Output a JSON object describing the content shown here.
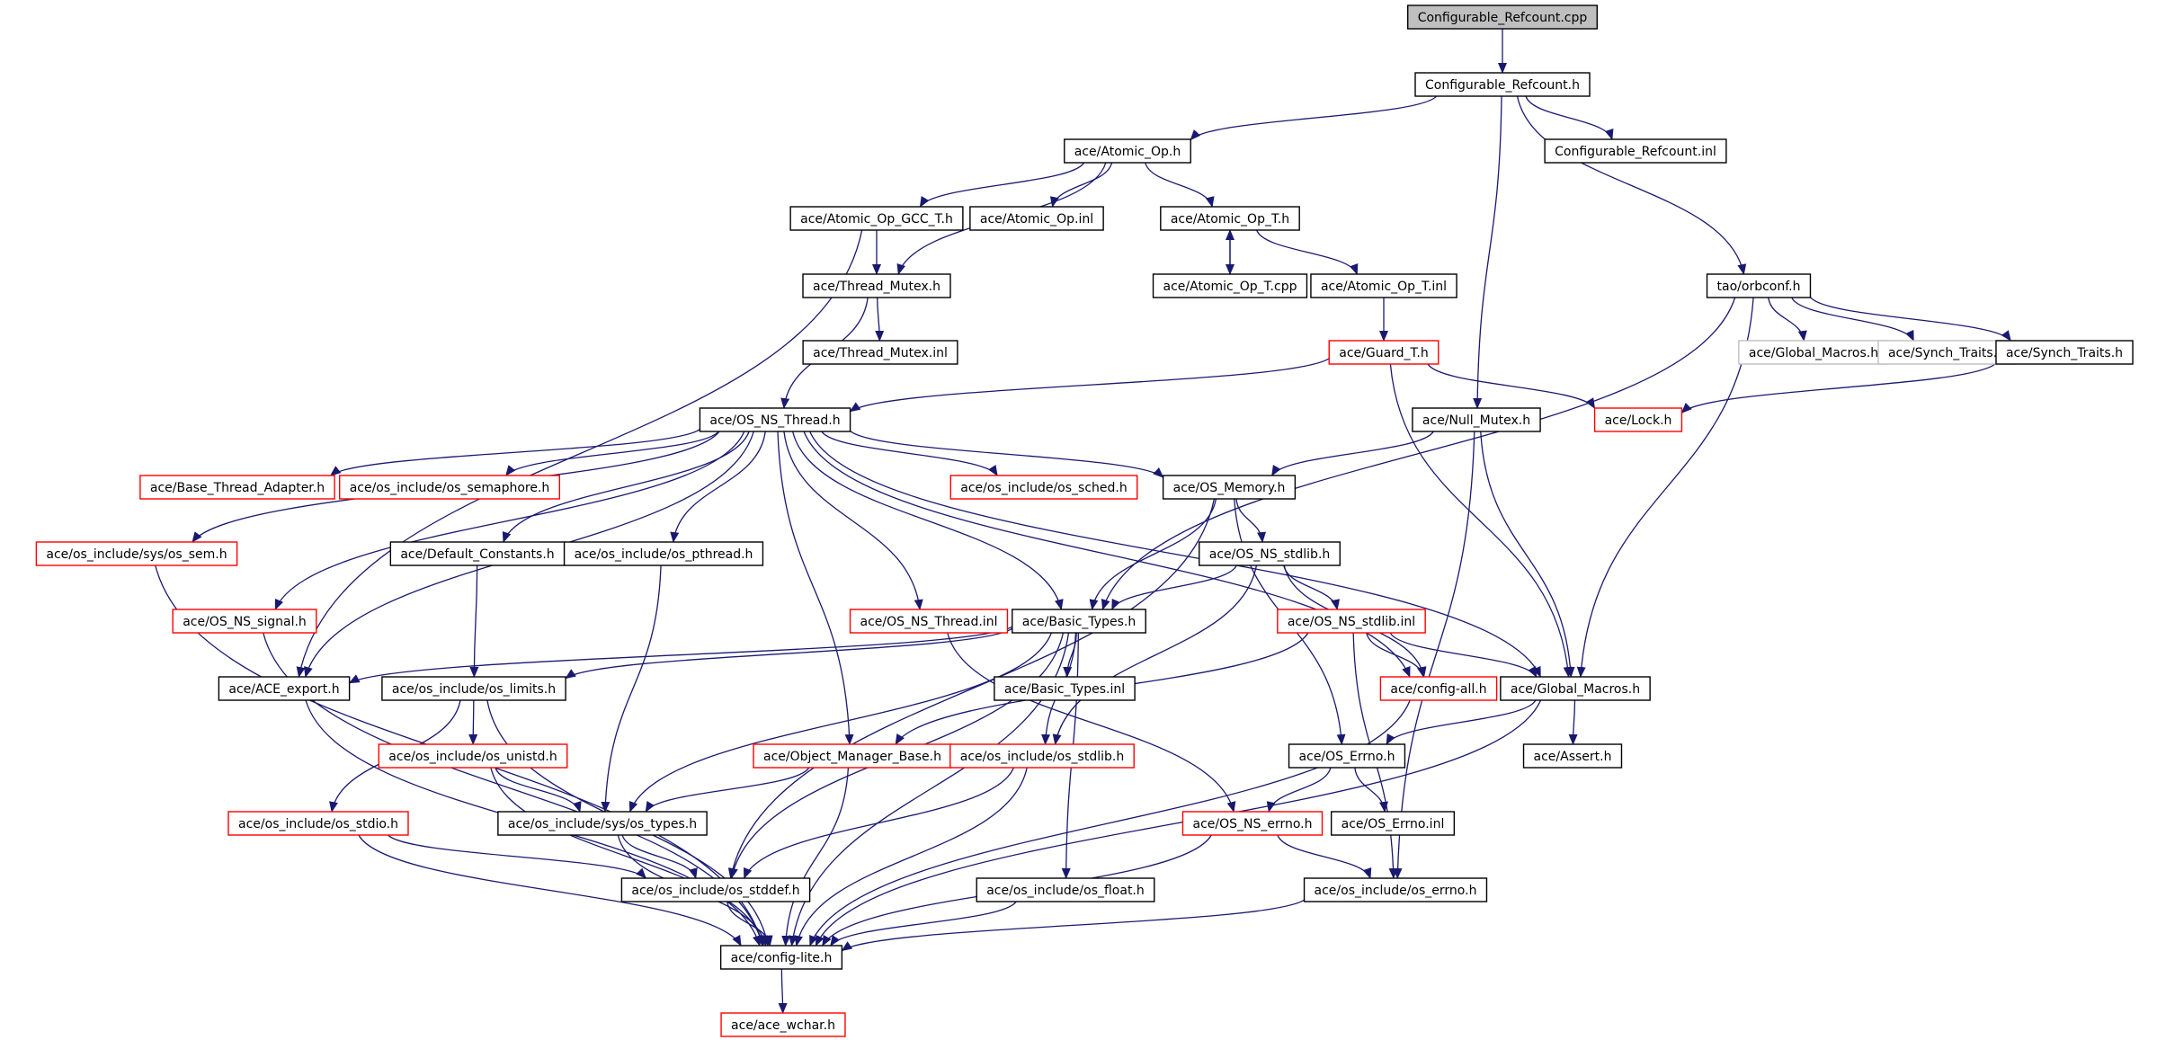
{
  "colors": {
    "edge": "#191970",
    "root_fill": "#bfbfbf",
    "normal_border": "#000000",
    "missing_border": "#ff0000",
    "external_border": "#bfbfbf"
  },
  "nodes": [
    {
      "id": "n0",
      "label": "Configurable_Refcount.cpp",
      "kind": "root"
    },
    {
      "id": "n1",
      "label": "Configurable_Refcount.h",
      "kind": "normal"
    },
    {
      "id": "n2",
      "label": "ace/Atomic_Op.h",
      "kind": "normal"
    },
    {
      "id": "n3",
      "label": "Configurable_Refcount.inl",
      "kind": "normal"
    },
    {
      "id": "n4",
      "label": "ace/Atomic_Op_GCC_T.h",
      "kind": "normal"
    },
    {
      "id": "n5",
      "label": "ace/Atomic_Op.inl",
      "kind": "normal"
    },
    {
      "id": "n6",
      "label": "ace/Atomic_Op_T.h",
      "kind": "normal"
    },
    {
      "id": "n7",
      "label": "ace/Thread_Mutex.h",
      "kind": "normal"
    },
    {
      "id": "n8",
      "label": "ace/Atomic_Op_T.cpp",
      "kind": "normal"
    },
    {
      "id": "n9",
      "label": "ace/Atomic_Op_T.inl",
      "kind": "normal"
    },
    {
      "id": "n10",
      "label": "tao/orbconf.h",
      "kind": "normal"
    },
    {
      "id": "n11",
      "label": "ace/Thread_Mutex.inl",
      "kind": "normal"
    },
    {
      "id": "n12",
      "label": "ace/Guard_T.h",
      "kind": "missing"
    },
    {
      "id": "n13",
      "label": "ace/Global_Macros.h",
      "kind": "external"
    },
    {
      "id": "n14",
      "label": "ace/Synch_Traits.h",
      "kind": "external"
    },
    {
      "id": "n15",
      "label": "ace/Synch_Traits.h",
      "kind": "normal"
    },
    {
      "id": "n16",
      "label": "ace/OS_NS_Thread.h",
      "kind": "normal"
    },
    {
      "id": "n17",
      "label": "ace/Null_Mutex.h",
      "kind": "normal"
    },
    {
      "id": "n18",
      "label": "ace/Lock.h",
      "kind": "missing"
    },
    {
      "id": "n19",
      "label": "ace/Base_Thread_Adapter.h",
      "kind": "missing"
    },
    {
      "id": "n20",
      "label": "ace/os_include/os_semaphore.h",
      "kind": "missing"
    },
    {
      "id": "n21",
      "label": "ace/os_include/os_sched.h",
      "kind": "missing"
    },
    {
      "id": "n22",
      "label": "ace/OS_Memory.h",
      "kind": "normal"
    },
    {
      "id": "n23",
      "label": "ace/os_include/sys/os_sem.h",
      "kind": "missing"
    },
    {
      "id": "n24",
      "label": "ace/Default_Constants.h",
      "kind": "normal"
    },
    {
      "id": "n25",
      "label": "ace/os_include/os_pthread.h",
      "kind": "normal"
    },
    {
      "id": "n26",
      "label": "ace/OS_NS_stdlib.h",
      "kind": "normal"
    },
    {
      "id": "n27",
      "label": "ace/OS_NS_signal.h",
      "kind": "missing"
    },
    {
      "id": "n28",
      "label": "ace/OS_NS_Thread.inl",
      "kind": "missing"
    },
    {
      "id": "n29",
      "label": "ace/Basic_Types.h",
      "kind": "normal"
    },
    {
      "id": "n30",
      "label": "ace/OS_NS_stdlib.inl",
      "kind": "missing"
    },
    {
      "id": "n31",
      "label": "ace/ACE_export.h",
      "kind": "normal"
    },
    {
      "id": "n32",
      "label": "ace/os_include/os_limits.h",
      "kind": "normal"
    },
    {
      "id": "n33",
      "label": "ace/Basic_Types.inl",
      "kind": "normal"
    },
    {
      "id": "n34",
      "label": "ace/config-all.h",
      "kind": "missing"
    },
    {
      "id": "n35",
      "label": "ace/Global_Macros.h",
      "kind": "normal"
    },
    {
      "id": "n36",
      "label": "ace/os_include/os_unistd.h",
      "kind": "missing"
    },
    {
      "id": "n37",
      "label": "ace/Object_Manager_Base.h",
      "kind": "missing"
    },
    {
      "id": "n38",
      "label": "ace/os_include/os_stdlib.h",
      "kind": "missing"
    },
    {
      "id": "n39",
      "label": "ace/OS_Errno.h",
      "kind": "normal"
    },
    {
      "id": "n40",
      "label": "ace/Assert.h",
      "kind": "normal"
    },
    {
      "id": "n41",
      "label": "ace/os_include/os_stdio.h",
      "kind": "missing"
    },
    {
      "id": "n42",
      "label": "ace/os_include/sys/os_types.h",
      "kind": "normal"
    },
    {
      "id": "n43",
      "label": "ace/OS_NS_errno.h",
      "kind": "missing"
    },
    {
      "id": "n44",
      "label": "ace/OS_Errno.inl",
      "kind": "normal"
    },
    {
      "id": "n45",
      "label": "ace/os_include/os_stddef.h",
      "kind": "normal"
    },
    {
      "id": "n46",
      "label": "ace/os_include/os_float.h",
      "kind": "normal"
    },
    {
      "id": "n47",
      "label": "ace/os_include/os_errno.h",
      "kind": "normal"
    },
    {
      "id": "n48",
      "label": "ace/config-lite.h",
      "kind": "normal"
    },
    {
      "id": "n49",
      "label": "ace/ace_wchar.h",
      "kind": "missing"
    }
  ],
  "edges": [
    [
      "n0",
      "n1"
    ],
    [
      "n1",
      "n2"
    ],
    [
      "n1",
      "n3"
    ],
    [
      "n1",
      "n17"
    ],
    [
      "n1",
      "n10"
    ],
    [
      "n2",
      "n4"
    ],
    [
      "n2",
      "n5"
    ],
    [
      "n2",
      "n6"
    ],
    [
      "n2",
      "n7"
    ],
    [
      "n4",
      "n7"
    ],
    [
      "n4",
      "n31"
    ],
    [
      "n6",
      "n8"
    ],
    [
      "n8",
      "n6"
    ],
    [
      "n6",
      "n9"
    ],
    [
      "n9",
      "n12"
    ],
    [
      "n7",
      "n11"
    ],
    [
      "n7",
      "n16"
    ],
    [
      "n10",
      "n13"
    ],
    [
      "n10",
      "n14"
    ],
    [
      "n10",
      "n15"
    ],
    [
      "n10",
      "n35"
    ],
    [
      "n10",
      "n29"
    ],
    [
      "n15",
      "n18"
    ],
    [
      "n12",
      "n16"
    ],
    [
      "n12",
      "n18"
    ],
    [
      "n12",
      "n35"
    ],
    [
      "n16",
      "n19"
    ],
    [
      "n16",
      "n20"
    ],
    [
      "n16",
      "n21"
    ],
    [
      "n16",
      "n22"
    ],
    [
      "n16",
      "n23"
    ],
    [
      "n16",
      "n24"
    ],
    [
      "n16",
      "n25"
    ],
    [
      "n16",
      "n27"
    ],
    [
      "n16",
      "n28"
    ],
    [
      "n16",
      "n29"
    ],
    [
      "n16",
      "n31"
    ],
    [
      "n16",
      "n34"
    ],
    [
      "n16",
      "n35"
    ],
    [
      "n16",
      "n37"
    ],
    [
      "n17",
      "n22"
    ],
    [
      "n17",
      "n35"
    ],
    [
      "n17",
      "n47"
    ],
    [
      "n22",
      "n26"
    ],
    [
      "n22",
      "n29"
    ],
    [
      "n22",
      "n39"
    ],
    [
      "n22",
      "n45"
    ],
    [
      "n26",
      "n30"
    ],
    [
      "n26",
      "n29"
    ],
    [
      "n26",
      "n34"
    ],
    [
      "n26",
      "n38"
    ],
    [
      "n30",
      "n34"
    ],
    [
      "n30",
      "n35"
    ],
    [
      "n30",
      "n37"
    ],
    [
      "n30",
      "n47"
    ],
    [
      "n23",
      "n48"
    ],
    [
      "n27",
      "n48"
    ],
    [
      "n24",
      "n32"
    ],
    [
      "n25",
      "n42"
    ],
    [
      "n28",
      "n43"
    ],
    [
      "n29",
      "n31"
    ],
    [
      "n29",
      "n32"
    ],
    [
      "n29",
      "n33"
    ],
    [
      "n29",
      "n38"
    ],
    [
      "n29",
      "n42"
    ],
    [
      "n29",
      "n45"
    ],
    [
      "n29",
      "n46"
    ],
    [
      "n29",
      "n48"
    ],
    [
      "n31",
      "n48"
    ],
    [
      "n32",
      "n36"
    ],
    [
      "n32",
      "n41"
    ],
    [
      "n32",
      "n48"
    ],
    [
      "n34",
      "n48"
    ],
    [
      "n35",
      "n39"
    ],
    [
      "n35",
      "n40"
    ],
    [
      "n35",
      "n48"
    ],
    [
      "n36",
      "n42"
    ],
    [
      "n36",
      "n48"
    ],
    [
      "n37",
      "n42"
    ],
    [
      "n37",
      "n48"
    ],
    [
      "n38",
      "n45"
    ],
    [
      "n38",
      "n48"
    ],
    [
      "n39",
      "n43"
    ],
    [
      "n39",
      "n44"
    ],
    [
      "n41",
      "n45"
    ],
    [
      "n41",
      "n48"
    ],
    [
      "n42",
      "n45"
    ],
    [
      "n42",
      "n48"
    ],
    [
      "n43",
      "n47"
    ],
    [
      "n43",
      "n48"
    ],
    [
      "n45",
      "n48"
    ],
    [
      "n46",
      "n48"
    ],
    [
      "n47",
      "n48"
    ],
    [
      "n48",
      "n49"
    ]
  ]
}
